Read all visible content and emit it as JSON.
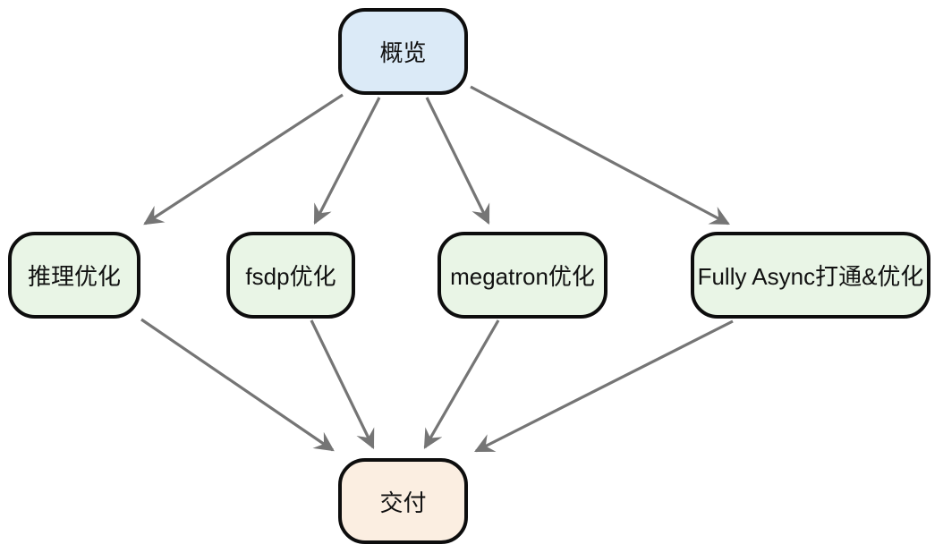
{
  "diagram": {
    "title": "",
    "nodes": {
      "overview": {
        "label": "概览",
        "fill": "#dbeaf7"
      },
      "inference": {
        "label": "推理优化",
        "fill": "#e9f5e6"
      },
      "fsdp": {
        "label": "fsdp优化",
        "fill": "#e9f5e6"
      },
      "megatron": {
        "label": "megatron优化",
        "fill": "#e9f5e6"
      },
      "fullyasync": {
        "label": "Fully Async打通&优化",
        "fill": "#e9f5e6"
      },
      "delivery": {
        "label": "交付",
        "fill": "#fbeee1"
      }
    },
    "edges": [
      {
        "from": "概览",
        "to": "推理优化"
      },
      {
        "from": "概览",
        "to": "fsdp优化"
      },
      {
        "from": "概览",
        "to": "megatron优化"
      },
      {
        "from": "概览",
        "to": "Fully Async打通&优化"
      },
      {
        "from": "推理优化",
        "to": "交付"
      },
      {
        "from": "fsdp优化",
        "to": "交付"
      },
      {
        "from": "megatron优化",
        "to": "交付"
      },
      {
        "from": "Fully Async打通&优化",
        "to": "交付"
      }
    ],
    "colors": {
      "node_border": "#0d0d0d",
      "arrow": "#757575",
      "background": "#ffffff",
      "overview_fill": "#dbeaf7",
      "stage_fill": "#e9f5e6",
      "delivery_fill": "#fbeee1"
    }
  }
}
